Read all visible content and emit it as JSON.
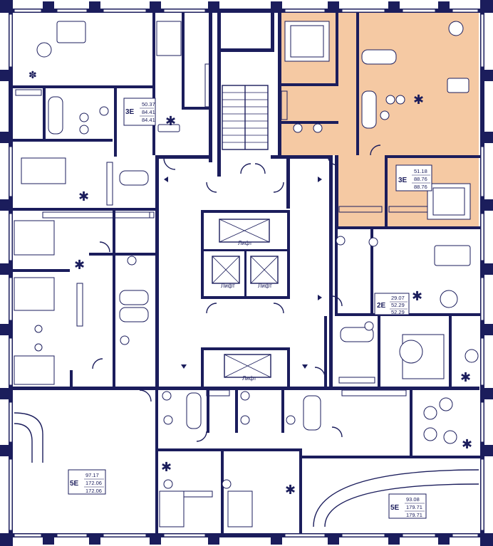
{
  "colors": {
    "wall": "#1b1d5c",
    "highlight": "#f5c9a3",
    "background": "#ffffff"
  },
  "lifts": [
    {
      "label": "Лифт"
    },
    {
      "label": "Лифт"
    },
    {
      "label": "Лифт"
    },
    {
      "label": "Лифт"
    }
  ],
  "apartments": [
    {
      "code": "3E",
      "areas": [
        "50.37",
        "84.41",
        "84.41"
      ],
      "highlighted": false
    },
    {
      "code": "3E",
      "areas": [
        "51.18",
        "88.76",
        "88.76"
      ],
      "highlighted": true
    },
    {
      "code": "2E",
      "areas": [
        "29.07",
        "52.29",
        "52.29"
      ],
      "highlighted": false
    },
    {
      "code": "5E",
      "areas": [
        "97.17",
        "172.06",
        "172.06"
      ],
      "highlighted": false
    },
    {
      "code": "5E",
      "areas": [
        "93.08",
        "179.71",
        "179.71"
      ],
      "highlighted": false
    }
  ]
}
